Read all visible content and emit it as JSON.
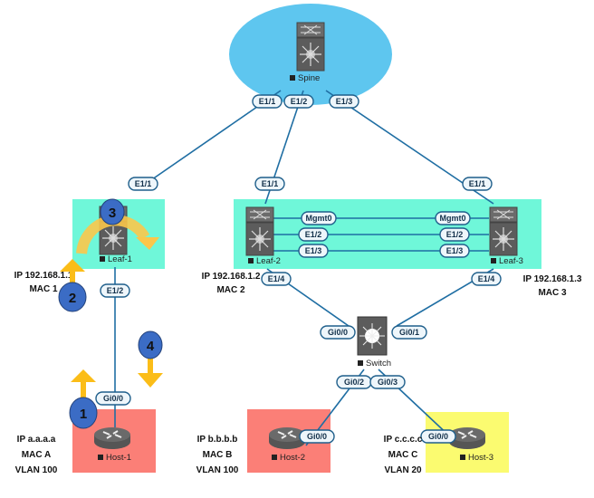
{
  "colors": {
    "spine_zone": "#5ec6ef",
    "leaf_zone": "#6ff7d9",
    "host_vlan100": "#fb7f77",
    "host_vlan20": "#fbfb70",
    "step_marker": "#3b6cc5",
    "arrow": "#fbbd18",
    "link": "#1f6ea3"
  },
  "devices": {
    "spine": "Spine",
    "leaf1": "Leaf-1",
    "leaf2": "Leaf-2",
    "leaf3": "Leaf-3",
    "switch": "Switch",
    "host1": "Host-1",
    "host2": "Host-2",
    "host3": "Host-3"
  },
  "ports": {
    "spine_e11": "E1/1",
    "spine_e12": "E1/2",
    "spine_e13": "E1/3",
    "leaf1_e11": "E1/1",
    "leaf1_e12": "E1/2",
    "leaf2_e11": "E1/1",
    "leaf3_e11": "E1/1",
    "leaf2_mgmt": "Mgmt0",
    "leaf3_mgmt": "Mgmt0",
    "leaf2_e12": "E1/2",
    "leaf3_e12": "E1/2",
    "leaf2_e13": "E1/3",
    "leaf3_e13": "E1/3",
    "leaf2_e14": "E1/4",
    "leaf3_e14": "E1/4",
    "sw_gi00": "Gi0/0",
    "sw_gi01": "Gi0/1",
    "sw_gi02": "Gi0/2",
    "sw_gi03": "Gi0/3",
    "host1_gi00": "Gi0/0",
    "host2_gi00": "Gi0/0",
    "host3_gi00": "Gi0/0"
  },
  "info": {
    "leaf1": {
      "ip": "IP 192.168.1.1",
      "mac": "MAC 1"
    },
    "leaf2": {
      "ip": "IP 192.168.1.2",
      "mac": "MAC 2"
    },
    "leaf3": {
      "ip": "IP 192.168.1.3",
      "mac": "MAC 3"
    },
    "host1": {
      "ip": "IP a.a.a.a",
      "mac": "MAC A",
      "vlan": "VLAN 100"
    },
    "host2": {
      "ip": "IP b.b.b.b",
      "mac": "MAC B",
      "vlan": "VLAN 100"
    },
    "host3": {
      "ip": "IP c.c.c.c",
      "mac": "MAC C",
      "vlan": "VLAN 20"
    }
  },
  "steps": [
    "1",
    "2",
    "3",
    "4"
  ]
}
